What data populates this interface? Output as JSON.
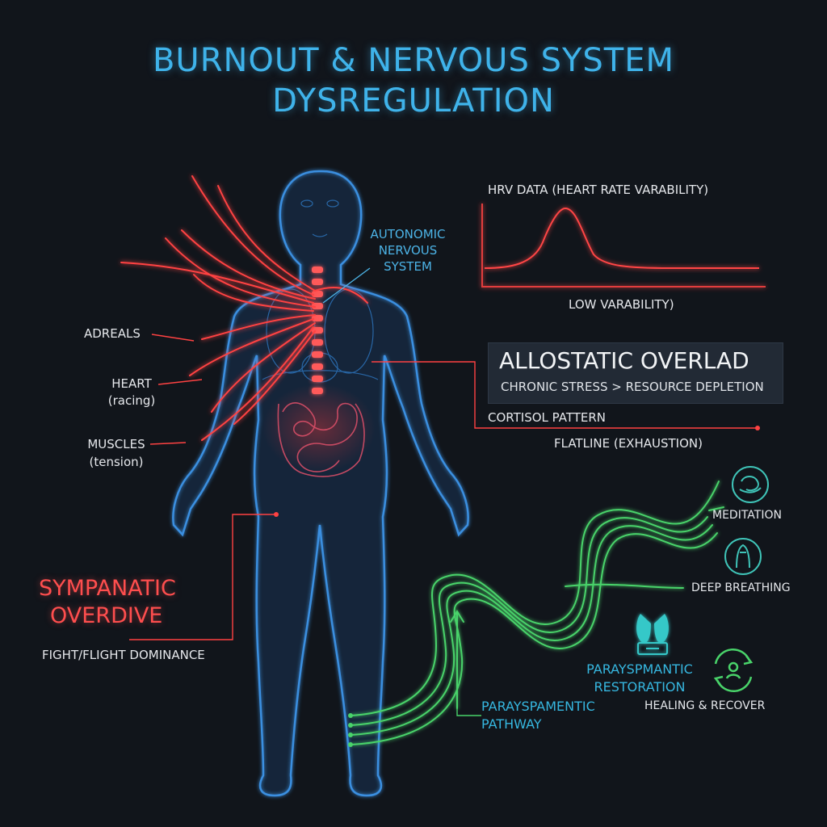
{
  "title": {
    "line1": "BURNOUT & NERVOUS SYSTEM",
    "line2": "DYSREGULATION"
  },
  "body_labels": {
    "autonomic": [
      "AUTONOMIC",
      "NERVOUS",
      "SYSTEM"
    ],
    "adreals": "ADREALS",
    "heart": "HEART",
    "heart_note": "(racing)",
    "muscles": "MUSCLES",
    "muscles_note": "(tension)"
  },
  "hrv": {
    "title": "HRV DATA (HEART RATE VARABILITY)",
    "caption": "LOW VARABILITY)"
  },
  "allostatic": {
    "title": "ALLOSTATIC OVERLAD",
    "subtitle": "CHRONIC STRESS > RESOURCE DEPLETION"
  },
  "cortisol": {
    "label": "CORTISOL PATTERN",
    "note": "FLATLINE (EXHAUSTION)"
  },
  "sympathetic": {
    "line1": "SYMPANATIC",
    "line2": "OVERDIVE",
    "note": "FIGHT/FLIGHT DOMINANCE"
  },
  "pathway": {
    "line1": "PARAYSPAMENTIC",
    "line2": "PATHWAY"
  },
  "restoration": {
    "line1": "PARAYSPMANTIC",
    "line2": "RESTORATION",
    "healing": "HEALING & RECOVER"
  },
  "practices": {
    "meditation": "MEDITATION",
    "breathing": "DEEP BREATHING"
  },
  "colors": {
    "background": "#11151b",
    "title": "#3fb3ea",
    "body_outline": "#3a8fe0",
    "stress": "#ff4242",
    "recovery": "#49d36a",
    "restoration_icon": "#35c8c8"
  },
  "icons": [
    "meditation-icon",
    "breathing-icon",
    "lungs-icon",
    "recovery-cycle-icon"
  ]
}
